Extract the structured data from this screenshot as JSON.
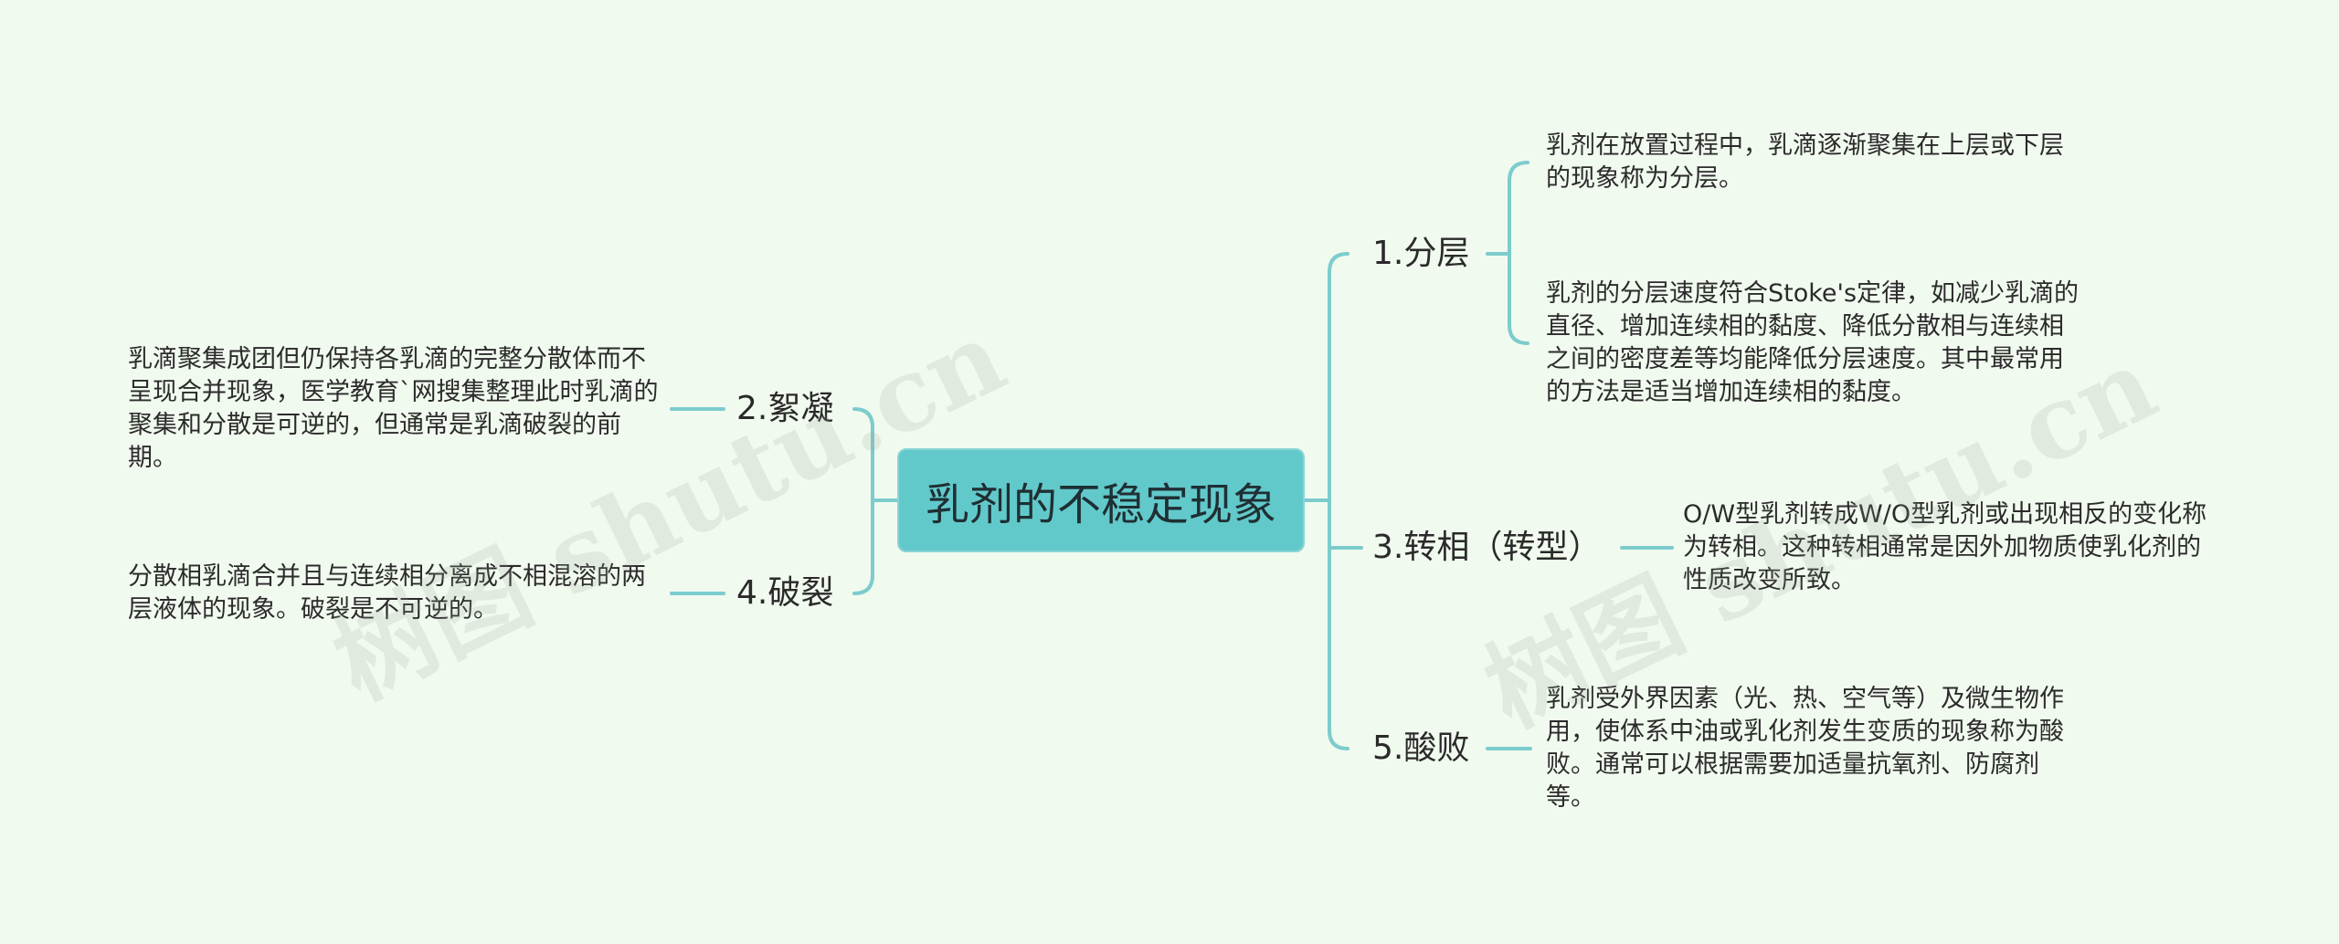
{
  "root": {
    "label": "乳剂的不稳定现象"
  },
  "branches": [
    {
      "label": "1.分层",
      "leaves": [
        "乳剂在放置过程中，乳滴逐渐聚集在上层或下层的现象称为分层。",
        "乳剂的分层速度符合Stoke's定律，如减少乳滴的直径、增加连续相的黏度、降低分散相与连续相之间的密度差等均能降低分层速度。其中最常用的方法是适当增加连续相的黏度。"
      ]
    },
    {
      "label": "2.絮凝",
      "leaves": [
        "乳滴聚集成团但仍保持各乳滴的完整分散体而不呈现合并现象，医学教育`网搜集整理此时乳滴的聚集和分散是可逆的，但通常是乳滴破裂的前期。"
      ]
    },
    {
      "label": "3.转相（转型）",
      "leaves": [
        "O/W型乳剂转成W/O型乳剂或出现相反的变化称为转相。这种转相通常是因外加物质使乳化剂的性质改变所致。"
      ]
    },
    {
      "label": "4.破裂",
      "leaves": [
        "分散相乳滴合并且与连续相分离成不相混溶的两层液体的现象。破裂是不可逆的。"
      ]
    },
    {
      "label": "5.酸败",
      "leaves": [
        "乳剂受外界因素（光、热、空气等）及微生物作用，使体系中油或乳化剂发生变质的现象称为酸败。通常可以根据需要加适量抗氧剂、防腐剂等。"
      ]
    }
  ],
  "watermarks": [
    "树图 shutu.cn",
    "树图 shutu.cn"
  ],
  "colors": {
    "background": "#f1faef",
    "root_fill": "#62c9cb",
    "connector": "#7dcccd"
  }
}
